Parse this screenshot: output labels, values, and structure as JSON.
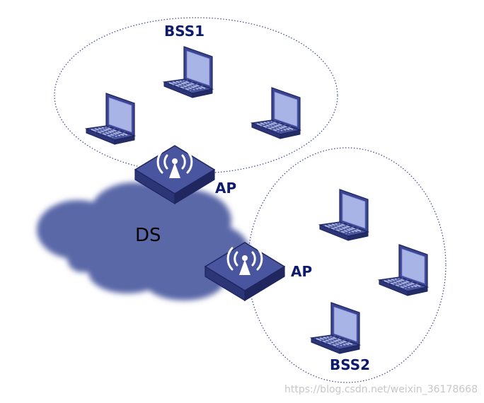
{
  "labels": {
    "bss1": "BSS1",
    "bss2": "BSS2",
    "ap_top": "AP",
    "ap_bottom": "AP",
    "ds": "DS"
  },
  "watermark": "https://blog.csdn.net/weixin_36178668",
  "colors": {
    "cloud": "#5a67a8",
    "device_top": "#4a55a0",
    "device_side": "#2c3575",
    "screen": "#a9b4e6",
    "label": "#0e1a6b",
    "ellipse_stroke": "#3a4490"
  },
  "icons": {
    "laptop": "laptop-icon",
    "access_point": "wireless-ap-icon",
    "cloud": "cloud-icon"
  }
}
